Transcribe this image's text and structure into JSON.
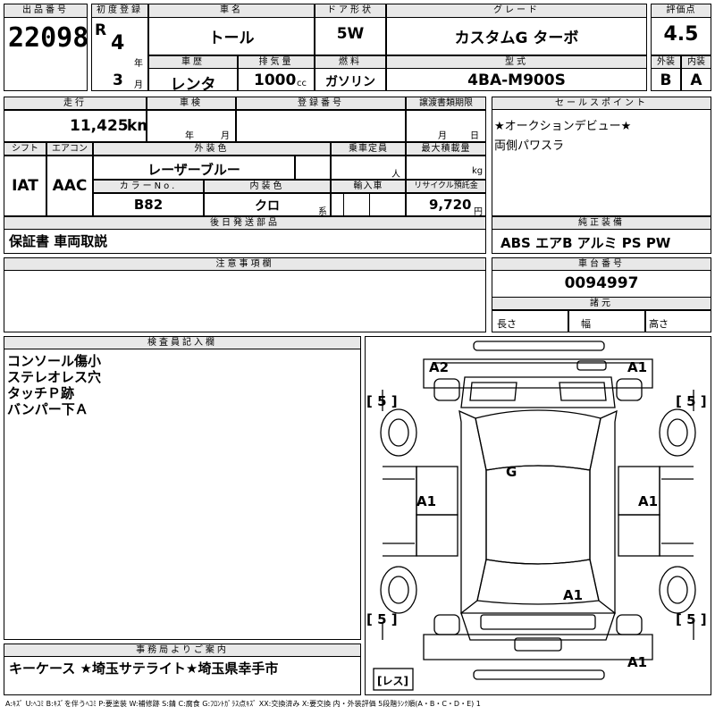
{
  "header": {
    "lot_label": "出品番号",
    "lot": "22098",
    "first_reg_label": "初度登録",
    "era": "R",
    "year": "4",
    "year_unit": "年",
    "month": "3",
    "month_unit": "月",
    "name_label": "車名",
    "name": "トール",
    "door_label": "ドア形状",
    "door": "5W",
    "grade_label": "グレード",
    "grade": "カスタムG ターボ",
    "score_label": "評価点",
    "score": "4.5",
    "history_label": "車歴",
    "history": "レンタ",
    "displacement_label": "排気量",
    "displacement": "1000",
    "displacement_unit": "cc",
    "fuel_label": "燃料",
    "fuel": "ガソリン",
    "model_label": "型式",
    "model": "4BA-M900S",
    "ext_label": "外装",
    "ext": "B",
    "int_label": "内装",
    "int": "A"
  },
  "row2": {
    "mileage_label": "走行",
    "mileage": "11,425",
    "mileage_unit": "km",
    "inspection_label": "車検",
    "inspection_year_unit": "年",
    "inspection_month_unit": "月",
    "regno_label": "登録番号",
    "transfer_label": "譲渡書類期限",
    "transfer_month_unit": "月",
    "transfer_day_unit": "日",
    "sales_label": "セールスポイント",
    "sales_1": "★オークションデビュー★",
    "sales_2": "両側パワスラ",
    "shift_label": "シフト",
    "shift": "IAT",
    "ac_label": "エアコン",
    "ac": "AAC",
    "color_label": "外装色",
    "color": "レーザーブルー",
    "capacity_label": "乗車定員",
    "capacity_unit": "人",
    "payload_label": "最大積載量",
    "payload_unit": "kg",
    "color_no_label": "カラーNo.",
    "color_no": "B82",
    "interior_color_label": "内装色",
    "interior_color": "クロ",
    "interior_suffix": "系",
    "import_label": "輸入車",
    "recycle_label": "リサイクル預託金",
    "recycle": "9,720",
    "recycle_unit": "円"
  },
  "parts": {
    "label": "後日発送部品",
    "value": "保証書 車両取説"
  },
  "equipment": {
    "label": "純正装備",
    "value": "ABS エアB アルミ PS PW"
  },
  "notes": {
    "label": "注意事項欄"
  },
  "chassis": {
    "label": "車台番号",
    "value": "0094997"
  },
  "specs": {
    "label": "諸元",
    "length": "長さ",
    "width": "幅",
    "height": "高さ"
  },
  "inspector": {
    "label": "検査員記入欄",
    "lines": [
      "コンソール傷小",
      "ステレオレス穴",
      "タッチＰ跡",
      "バンパー下Ａ"
    ]
  },
  "office": {
    "label": "事務局よりご案内",
    "value": "キーケース ★埼玉サテライト★埼玉県幸手市"
  },
  "diagram": {
    "marks": [
      "A2",
      "A1",
      "G",
      "A1",
      "A1",
      "A1",
      "A1"
    ],
    "tires": [
      "[ 5 ]",
      "[ 5 ]",
      "[ 5 ]",
      "[ 5 ]"
    ],
    "spare": "[レス]"
  },
  "legend": "A:ｷｽﾞ U:ﾍｺﾐ B:ｷｽﾞを伴うﾍｺﾐ P:要塗装 W:補修跡 S:錆 C:腐食 G:ﾌﾛﾝﾄｶﾞﾗｽ点ｷｽﾞ XX:交換済み X:要交換 内・外装評価 5段階ﾗﾝｸ順(A・B・C・D・E) 1"
}
